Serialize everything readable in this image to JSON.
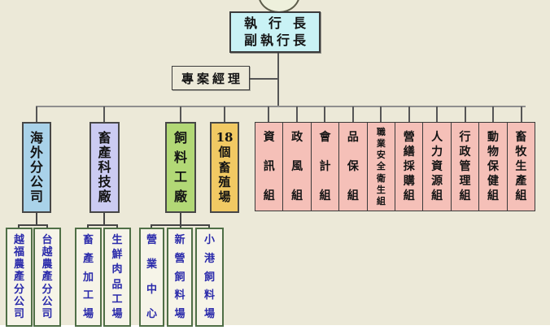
{
  "executive": {
    "line1": "執行長",
    "line2": "副執行長"
  },
  "project_manager": {
    "label": "專案經理"
  },
  "divisions": [
    {
      "label": "海外分公司",
      "color": "#a9d2e9"
    },
    {
      "label": "畜產科技廠",
      "color": "#cbcbf2"
    },
    {
      "label": "飼料工廠",
      "color": "#b2d876"
    },
    {
      "label": "18個畜殖場",
      "color": "#f1c963"
    }
  ],
  "groups": {
    "color": "#f5c0b8",
    "items": [
      {
        "label": "資訊組"
      },
      {
        "label": "政風組"
      },
      {
        "label": "會計組"
      },
      {
        "label": "品保組"
      },
      {
        "label": "職業安全衛生組"
      },
      {
        "label": "營繕採購組"
      },
      {
        "label": "人力資源組"
      },
      {
        "label": "行政管理組"
      },
      {
        "label": "動物保健組"
      },
      {
        "label": "畜牧生產組"
      }
    ]
  },
  "subsidiaries": {
    "overseas": [
      {
        "label": "越福農產分公司"
      },
      {
        "label": "台越農產分公司"
      }
    ],
    "livestock_tech": [
      {
        "label": "畜產加工場"
      },
      {
        "label": "生鮮肉品工場"
      }
    ],
    "feed_mill": [
      {
        "label": "營業中心"
      },
      {
        "label": "新營飼料場"
      },
      {
        "label": "小港飼料場"
      }
    ]
  },
  "colors": {
    "background": "#ece9d8",
    "executive_box": "#c9f2f5",
    "group_box": "#f5c0b8",
    "subsidiary_fill": "#f6f4e8",
    "subsidiary_border": "#4f6f46",
    "subsidiary_text": "#2b2bab",
    "connector": "#8f8f8f"
  }
}
